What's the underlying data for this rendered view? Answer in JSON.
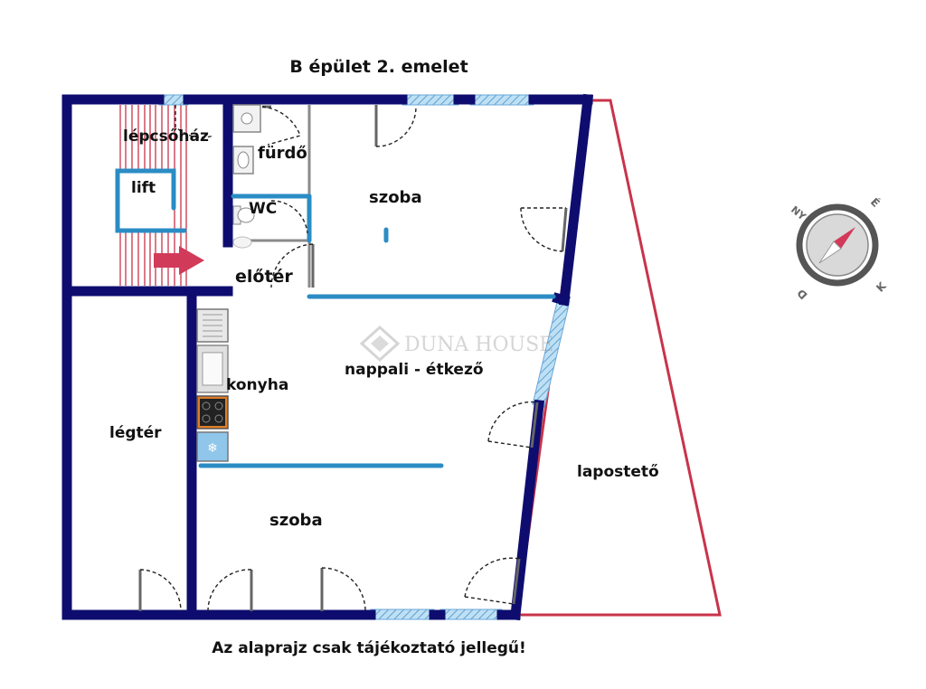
{
  "title": "B épület 2. emelet",
  "footer": "Az alaprajz csak tájékoztató jellegű!",
  "watermark": "DUNA HOUSE",
  "rooms": {
    "stairwell": "lépcsőház",
    "lift": "lift",
    "bathroom": "fürdő",
    "wc": "WC",
    "room_top": "szoba",
    "hall": "előtér",
    "living_dining": "nappali - étkező",
    "kitchen": "konyha",
    "void": "légtér",
    "room_bottom": "szoba",
    "flat_roof": "lapostető"
  },
  "compass": {
    "n": "NY",
    "e": "É",
    "s": "D",
    "w": "K"
  },
  "colors": {
    "outer_wall": "#0e0d6f",
    "inner_wall": "#2b8cc4",
    "flat_roof_outline": "#c8344a",
    "arrow": "#d23a5a"
  }
}
